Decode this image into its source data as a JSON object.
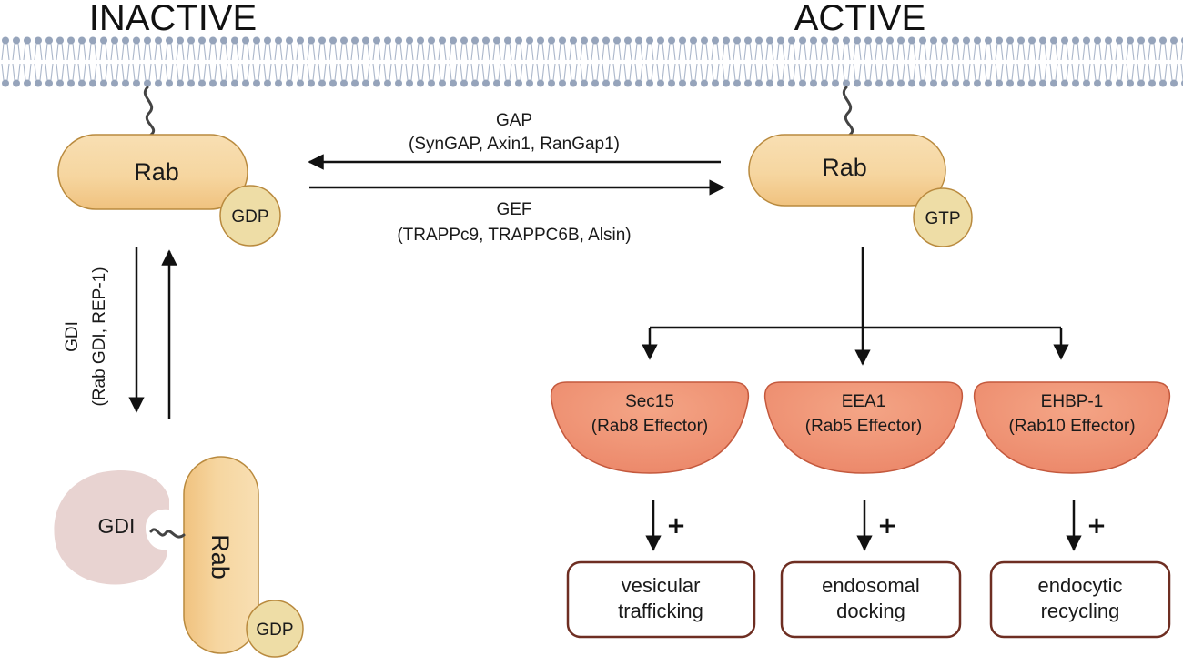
{
  "titles": {
    "inactive": "INACTIVE",
    "active": "ACTIVE"
  },
  "rab": {
    "label": "Rab",
    "gdp": "GDP",
    "gtp": "GTP"
  },
  "gap": {
    "title": "GAP",
    "examples": "(SynGAP, Axin1, RanGap1)"
  },
  "gef": {
    "title": "GEF",
    "examples": "(TRAPPc9, TRAPPC6B, Alsin)"
  },
  "gdi": {
    "title": "GDI",
    "examples": "(Rab GDI, REP-1)",
    "label": "GDI"
  },
  "effectors": [
    {
      "name": "Sec15",
      "role": "(Rab8 Effector)",
      "outcome_line1": "vesicular",
      "outcome_line2": "trafficking"
    },
    {
      "name": "EEA1",
      "role": "(Rab5 Effector)",
      "outcome_line1": "endosomal",
      "outcome_line2": "docking"
    },
    {
      "name": "EHBP-1",
      "role": "(Rab10 Effector)",
      "outcome_line1": "endocytic",
      "outcome_line2": "recycling"
    }
  ],
  "plus_sign": "+",
  "colors": {
    "rab_fill": "#f7d7a4",
    "rab_stroke": "#b98a3e",
    "nucleotide_fill": "#eedda6",
    "effector_fill": "#f0967a",
    "effector_stroke": "#c4593d",
    "outcome_border": "#6e2e22",
    "gdi_fill": "#e8d3d1",
    "membrane_head": "#96a4bb"
  }
}
